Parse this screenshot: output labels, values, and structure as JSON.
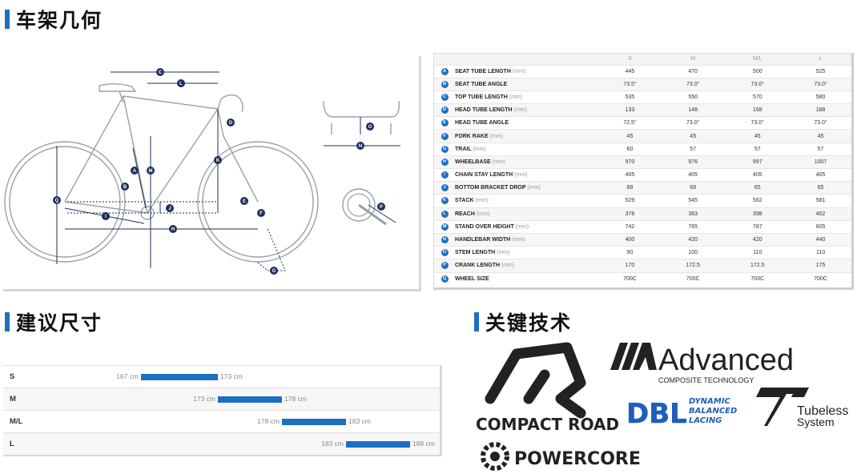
{
  "sections": {
    "geometry": "车架几何",
    "sizing": "建议尺寸",
    "tech": "关键技术"
  },
  "geometry_table": {
    "headers": [
      "S",
      "M",
      "M/L",
      "L"
    ],
    "rows": [
      {
        "letter": "A",
        "name": "SEAT TUBE LENGTH",
        "unit": "(mm)",
        "values": [
          "445",
          "470",
          "500",
          "525"
        ]
      },
      {
        "letter": "B",
        "name": "SEAT TUBE ANGLE",
        "unit": "",
        "values": [
          "73.5°",
          "73.0°",
          "73.0°",
          "73.0°"
        ]
      },
      {
        "letter": "C",
        "name": "TOP TUBE LENGTH",
        "unit": "(mm)",
        "values": [
          "535",
          "550",
          "570",
          "580"
        ]
      },
      {
        "letter": "D",
        "name": "HEAD TUBE LENGTH",
        "unit": "(mm)",
        "values": [
          "133",
          "148",
          "168",
          "188"
        ]
      },
      {
        "letter": "E",
        "name": "HEAD TUBE ANGLE",
        "unit": "",
        "values": [
          "72.5°",
          "73.0°",
          "73.0°",
          "73.0°"
        ]
      },
      {
        "letter": "F",
        "name": "FORK RAKE",
        "unit": "(mm)",
        "values": [
          "45",
          "45",
          "45",
          "45"
        ]
      },
      {
        "letter": "G",
        "name": "TRAIL",
        "unit": "(mm)",
        "values": [
          "60",
          "57",
          "57",
          "57"
        ]
      },
      {
        "letter": "H",
        "name": "WHEELBASE",
        "unit": "(mm)",
        "values": [
          "970",
          "976",
          "997",
          "1007"
        ]
      },
      {
        "letter": "I",
        "name": "CHAIN STAY LENGTH",
        "unit": "(mm)",
        "values": [
          "405",
          "405",
          "405",
          "405"
        ]
      },
      {
        "letter": "J",
        "name": "BOTTOM BRACKET DROP",
        "unit": "(mm)",
        "values": [
          "68",
          "68",
          "65",
          "65"
        ]
      },
      {
        "letter": "K",
        "name": "STACK",
        "unit": "(mm)",
        "values": [
          "529",
          "545",
          "562",
          "581"
        ]
      },
      {
        "letter": "L",
        "name": "REACH",
        "unit": "(mm)",
        "values": [
          "378",
          "383",
          "398",
          "402"
        ]
      },
      {
        "letter": "M",
        "name": "STAND OVER HEIGHT",
        "unit": "(mm)",
        "values": [
          "742",
          "765",
          "787",
          "805"
        ]
      },
      {
        "letter": "N",
        "name": "HANDLEBAR WIDTH",
        "unit": "(mm)",
        "values": [
          "400",
          "420",
          "420",
          "440"
        ]
      },
      {
        "letter": "O",
        "name": "STEM LENGTH",
        "unit": "(mm)",
        "values": [
          "90",
          "100",
          "110",
          "110"
        ]
      },
      {
        "letter": "P",
        "name": "CRANK LENGTH",
        "unit": "(mm)",
        "values": [
          "170",
          "172.5",
          "172.5",
          "175"
        ]
      },
      {
        "letter": "Q",
        "name": "WHEEL SIZE",
        "unit": "",
        "values": [
          "700C",
          "700C",
          "700C",
          "700C"
        ]
      }
    ]
  },
  "size_chart": {
    "range_cm": [
      160,
      190
    ],
    "rows": [
      {
        "size": "S",
        "min": 167,
        "max": 173,
        "min_label": "167 cm",
        "max_label": "173 cm"
      },
      {
        "size": "M",
        "min": 173,
        "max": 178,
        "min_label": "173 cm",
        "max_label": "178 cm"
      },
      {
        "size": "M/L",
        "min": 178,
        "max": 183,
        "min_label": "178 cm",
        "max_label": "183 cm"
      },
      {
        "size": "L",
        "min": 183,
        "max": 188,
        "min_label": "183 cm",
        "max_label": "188 cm"
      }
    ],
    "bar_color": "#1d6fc0"
  },
  "diagram_labels": [
    "A",
    "B",
    "C",
    "D",
    "E",
    "F",
    "G",
    "H",
    "I",
    "J",
    "K",
    "L",
    "M",
    "N",
    "O",
    "P",
    "Q"
  ],
  "tech_logos": {
    "compact_road": "COMPACT ROAD",
    "advanced": "Advanced",
    "advanced_sub": "COMPOSITE TECHNOLOGY",
    "dbl": "DBL",
    "dbl_lines": [
      "DYNAMIC",
      "BALANCED",
      "LACING"
    ],
    "tubeless_1": "Tubeless",
    "tubeless_2": "System",
    "powercore": "POWERCORE"
  },
  "colors": {
    "accent": "#1d6fc0",
    "diagram_line": "#1f2d5c",
    "frame": "#9aa0a8"
  }
}
